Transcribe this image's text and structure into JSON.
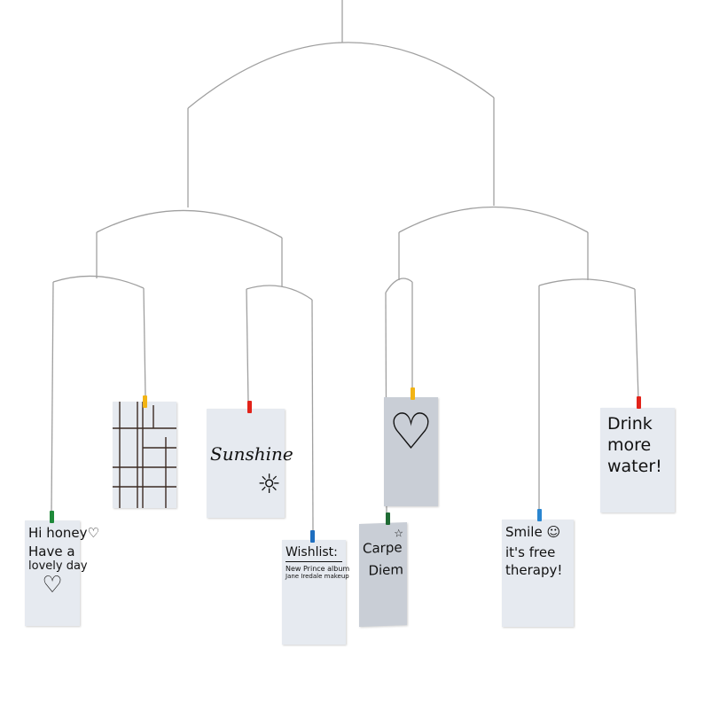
{
  "cards": {
    "hi_honey": {
      "lines": [
        "Hi honey♡",
        "Have a",
        "lovely day"
      ],
      "doodle": "♡"
    },
    "grid": {},
    "sunshine": {
      "lines": [
        "Sunshine"
      ],
      "doodle": "☼"
    },
    "wishlist": {
      "title": "Wishlist:",
      "lines": [
        "New Prince album",
        "Jane Iredale makeup"
      ]
    },
    "heart": {
      "doodle": "♡"
    },
    "carpe_diem": {
      "lines": [
        "Carpe",
        "Diem"
      ],
      "doodle": "☆"
    },
    "smile": {
      "lines": [
        "Smile ☺",
        "it's free",
        "therapy!"
      ]
    },
    "drink": {
      "lines": [
        "Drink",
        "more",
        "water!"
      ]
    }
  },
  "colors": {
    "green": "#1f8a3a",
    "yellow": "#f2b415",
    "red": "#e2231a",
    "blue": "#1f6fc0",
    "wire": "#9a9a9a"
  }
}
